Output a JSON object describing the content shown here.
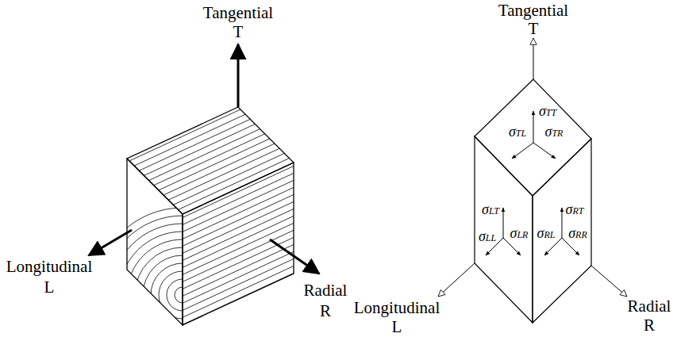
{
  "diagram": {
    "labels": [
      "Tangential",
      "T",
      "Longitudinal",
      "L",
      "Radial",
      "R",
      "Tangential",
      "T",
      "Longitudinal",
      "L",
      "Radial",
      "R",
      "σTT",
      "σTL",
      "σTR",
      "σLT",
      "σLL",
      "σLR",
      "σRT",
      "σRL",
      "σRR"
    ]
  }
}
